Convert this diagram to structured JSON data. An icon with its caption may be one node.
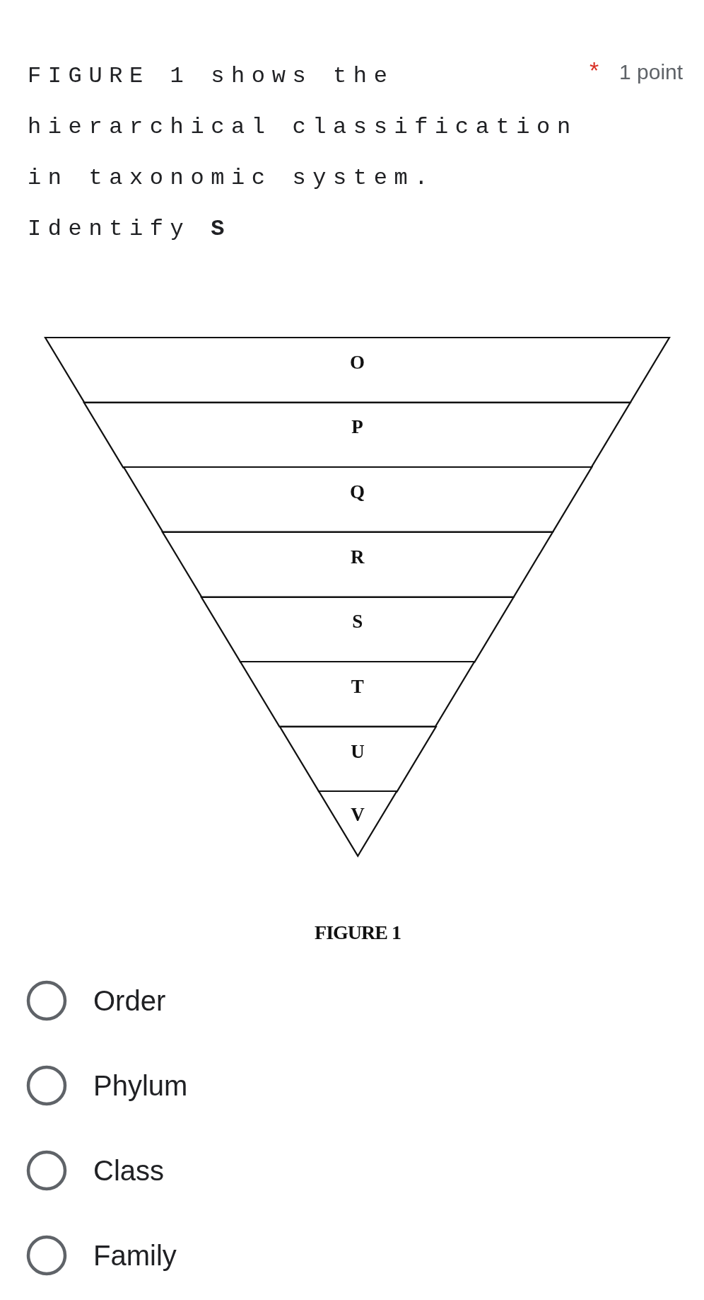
{
  "diagram": {
    "title": "FIGURE 1 shows the hierarchical classification in taxonomic system. Identify **S**",
    "caption": "FIGURE 1",
    "nodes": [
      {
        "text": [
          "O"
        ]
      },
      {
        "text": [
          "P"
        ]
      },
      {
        "text": [
          "Q"
        ]
      },
      {
        "text": [
          "R"
        ]
      },
      {
        "text": [
          "S"
        ]
      },
      {
        "text": [
          "T"
        ]
      },
      {
        "text": [
          "U"
        ]
      },
      {
        "text": [
          "V"
        ]
      }
    ],
    "edges": [],
    "labels": [
      "*",
      "1 point",
      "Order",
      "Phylum",
      "Class",
      "Family"
    ]
  }
}
